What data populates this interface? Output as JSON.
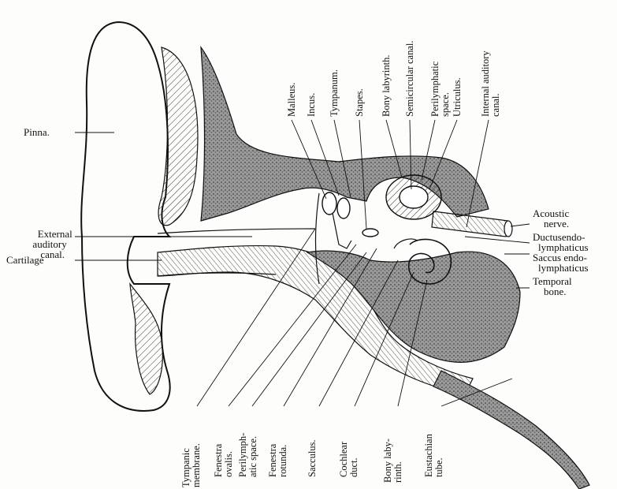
{
  "labels_left": [
    {
      "id": "pinna",
      "lines": [
        "Pinna."
      ]
    },
    {
      "id": "external-auditory-canal",
      "lines": [
        "External",
        "auditory",
        "canal."
      ]
    },
    {
      "id": "cartilage",
      "lines": [
        "Cartilage"
      ]
    }
  ],
  "labels_top": [
    {
      "id": "malleus",
      "text": "Malleus."
    },
    {
      "id": "incus",
      "text": "Incus."
    },
    {
      "id": "tympanum",
      "text": "Tympanum."
    },
    {
      "id": "stapes",
      "text": "Stapes."
    },
    {
      "id": "bony-labyrinth-top",
      "text": "Bony labyrinth."
    },
    {
      "id": "semicircular-canal",
      "text": "Semicircular canal."
    },
    {
      "id": "perilymphatic-space-top",
      "lines": [
        "Perilymphatic",
        "space."
      ]
    },
    {
      "id": "utriculus",
      "text": "Utriculus."
    },
    {
      "id": "internal-auditory-canal",
      "lines": [
        "Internal auditory",
        "canal."
      ]
    }
  ],
  "labels_right": [
    {
      "id": "acoustic-nerve",
      "lines": [
        "Acoustic",
        "nerve."
      ]
    },
    {
      "id": "ductus-endolymphaticus",
      "lines": [
        "Ductusendo-",
        "lymphaticus"
      ]
    },
    {
      "id": "saccus-endolymphaticus",
      "lines": [
        "Saccus endo-",
        "lymphaticus"
      ]
    },
    {
      "id": "temporal-bone",
      "lines": [
        "Temporal",
        "bone."
      ]
    }
  ],
  "labels_bottom": [
    {
      "id": "tympanic-membrane",
      "lines": [
        "Tympanic",
        "membrane."
      ]
    },
    {
      "id": "fenestra-ovalis",
      "lines": [
        "Fenestra",
        "ovalis."
      ]
    },
    {
      "id": "perilymphatic-space-bottom",
      "lines": [
        "Perilymph-",
        "atic space."
      ]
    },
    {
      "id": "fenestra-rotunda",
      "lines": [
        "Fenestra",
        "rotunda."
      ]
    },
    {
      "id": "sacculus",
      "lines": [
        "Sacculus."
      ]
    },
    {
      "id": "cochlear-duct",
      "lines": [
        "Cochlear",
        "duct."
      ]
    },
    {
      "id": "bony-labyrinth-bottom",
      "lines": [
        "Bony laby-",
        "rinth."
      ]
    },
    {
      "id": "eustachian-tube",
      "lines": [
        "Eustachian",
        "tube."
      ]
    }
  ]
}
